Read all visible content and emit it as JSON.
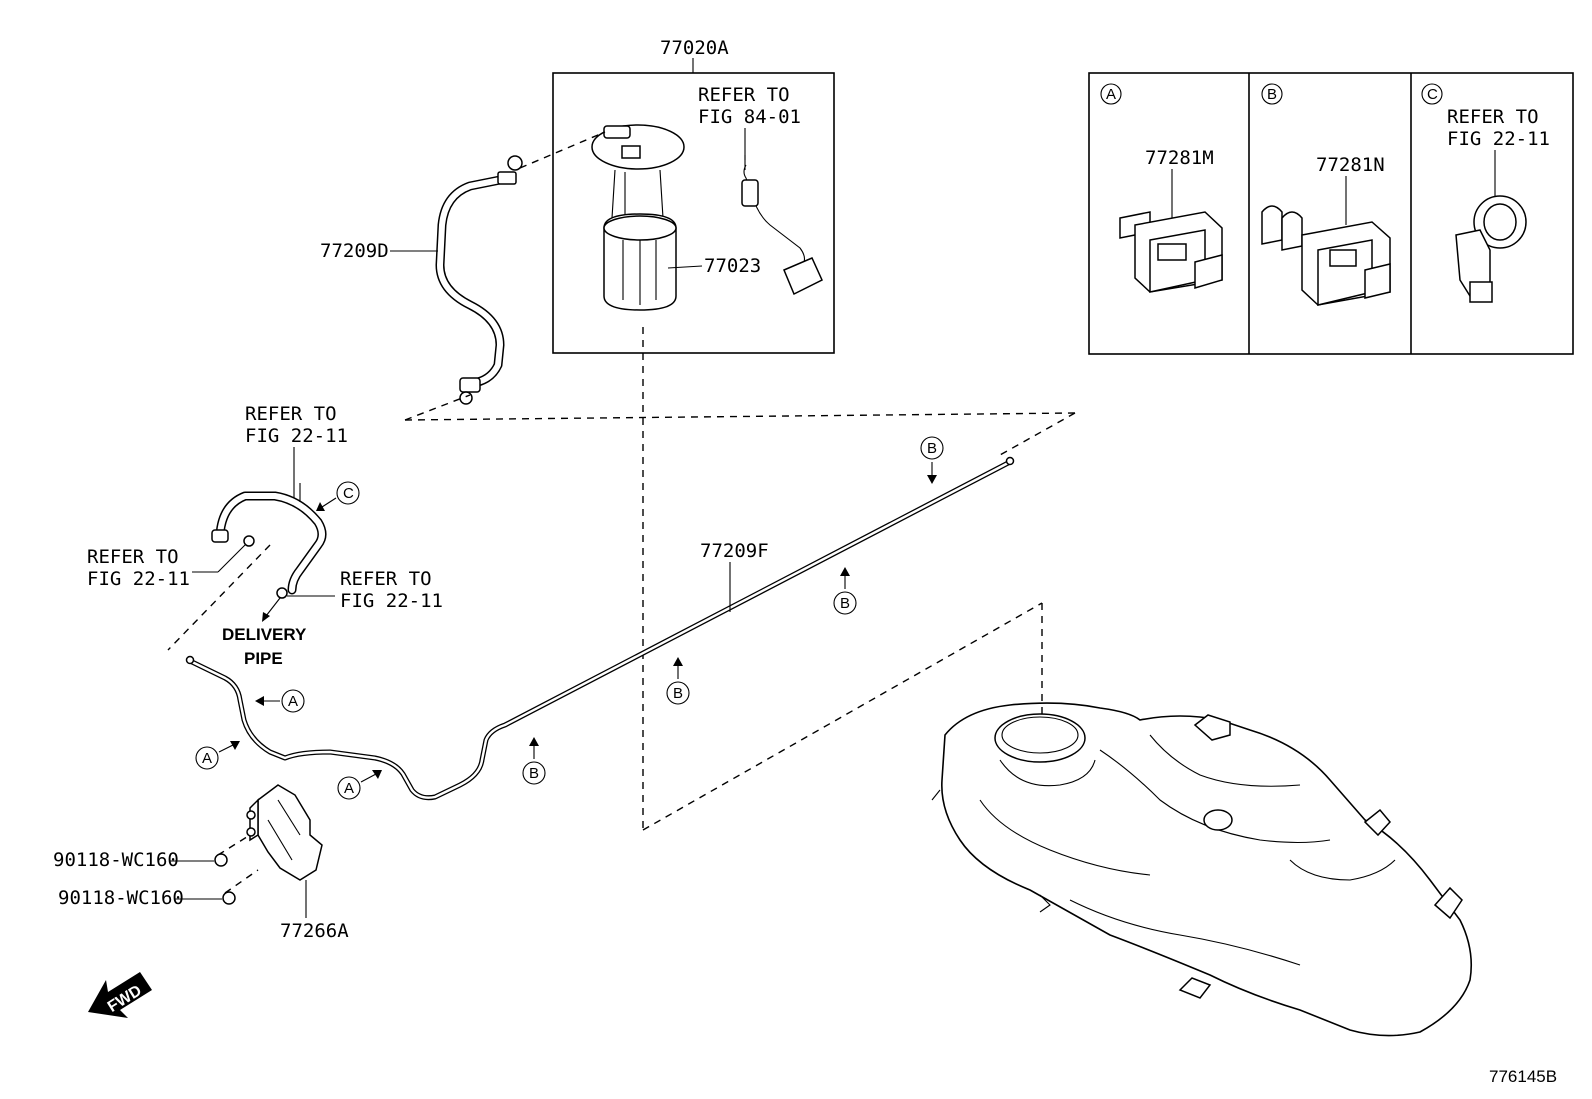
{
  "parts": {
    "fuel_pump_assy": "77020A",
    "fuel_hose_upper": "77209D",
    "fuel_pump": "77023",
    "fuel_pipe": "77209F",
    "protector": "77266A",
    "clamp_m": "77281M",
    "clamp_n": "77281N",
    "nut_1": "90118-WC160",
    "nut_2": "90118-WC160"
  },
  "refer_to": {
    "line1": "REFER TO",
    "fig_84_01": "FIG 84-01",
    "fig_22_11": "FIG 22-11"
  },
  "delivery_pipe": {
    "line1": "DELIVERY",
    "line2": "PIPE"
  },
  "callouts": {
    "a": "A",
    "b": "B",
    "c": "C"
  },
  "fwd_label": "FWD",
  "diagram_id": "776145B"
}
